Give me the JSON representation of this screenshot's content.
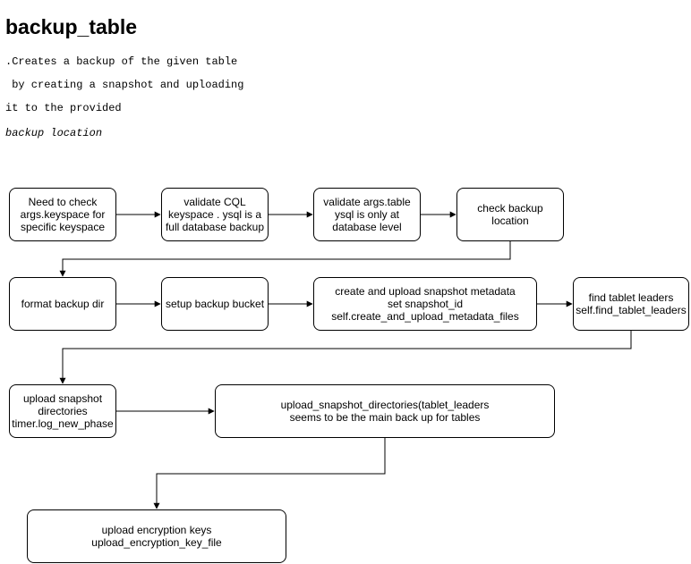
{
  "title": "backup_table",
  "description": [
    ".Creates a backup of the given table",
    " by creating a snapshot and uploading",
    "it to the provided",
    "backup location"
  ],
  "nodes": {
    "check_keyspace": "Need to check\nargs.keyspace for\nspecific keyspace",
    "validate_cql": "validate CQL\nkeyspace . ysql is a\nfull database backup",
    "validate_table": "validate args.table\nysql is only at\ndatabase level",
    "check_location": "check backup\nlocation",
    "format_dir": "format backup dir",
    "setup_bucket": "setup backup bucket",
    "create_metadata": "create and upload snapshot metadata\nset snapshot_id\nself.create_and_upload_metadata_files",
    "find_leaders": "find tablet leaders\nself.find_tablet_leaders",
    "upload_dirs": "upload snapshot\ndirectories\ntimer.log_new_phase",
    "upload_snapshot_dirs": "upload_snapshot_directories(tablet_leaders\nseems to be the main back up for tables",
    "upload_keys": "upload encryption  keys\nupload_encryption_key_file"
  },
  "colors": {
    "stroke": "#000000",
    "fill": "#ffffff"
  }
}
